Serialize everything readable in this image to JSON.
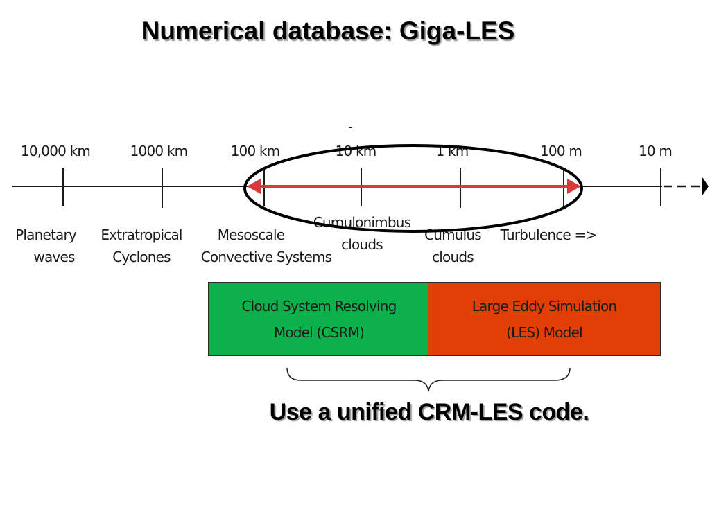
{
  "title": "Numerical database: Giga-LES",
  "scale": {
    "ticks": [
      {
        "label": "10,000 km"
      },
      {
        "label": "1000 km"
      },
      {
        "label": "100 km"
      },
      {
        "label": "10 km"
      },
      {
        "label": "1 km"
      },
      {
        "label": "100 m"
      },
      {
        "label": "10 m"
      }
    ],
    "minor_mark": "-"
  },
  "phenomena": [
    {
      "line1": "Planetary",
      "line2": "waves"
    },
    {
      "line1": "Extratropical",
      "line2": "Cyclones"
    },
    {
      "line1": "Mesoscale",
      "line2": "Convective Systems"
    },
    {
      "line1": "Cumulonimbus",
      "line2": "clouds"
    },
    {
      "line1": "Cumulus",
      "line2": "clouds"
    },
    {
      "line1": "Turbulence =>",
      "line2": ""
    }
  ],
  "models": {
    "csrm": {
      "label": "Cloud System Resolving\nModel (CSRM)",
      "color": "#0db14b"
    },
    "les": {
      "label": "Large Eddy Simulation\n(LES) Model",
      "color": "#e04006"
    }
  },
  "conclusion": "Use a unified CRM-LES code.",
  "colors": {
    "range_arrow": "#d63a3a",
    "ellipse": "#000000",
    "axis": "#1a1a1a"
  }
}
